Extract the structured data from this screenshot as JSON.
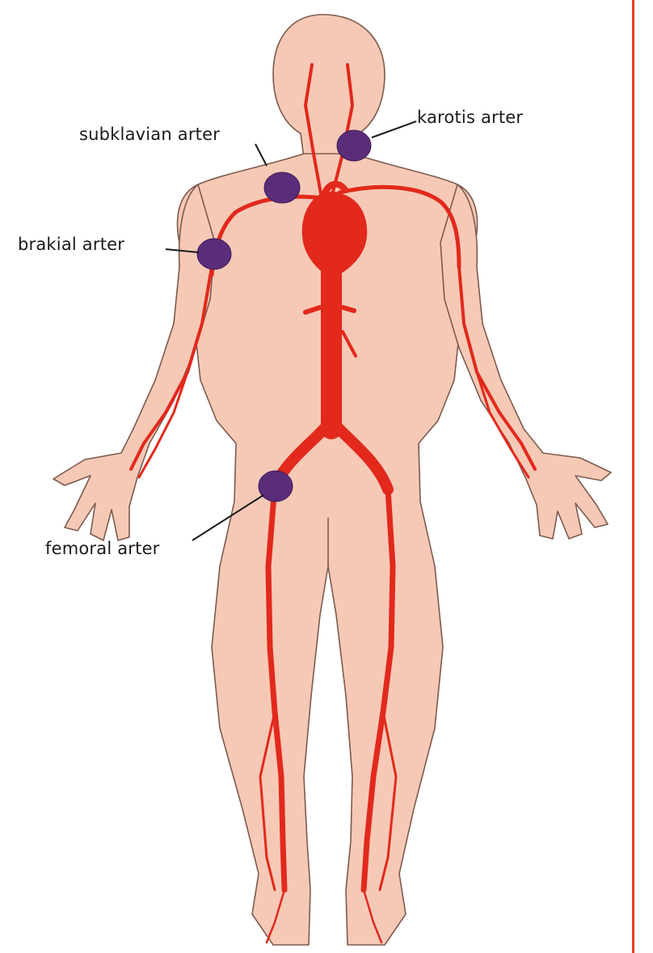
{
  "labels": {
    "subclavian": "subklavian arter",
    "carotid": "karotis arter",
    "brachial": "brakial arter",
    "femoral": "femoral arter"
  },
  "colors": {
    "skin": "#f6c9b6",
    "skin_outline": "#7d5a4e",
    "artery": "#e2291c",
    "pulse_marker": "#5a2d7a",
    "frame_border": "#e5401f",
    "label_text": "#1a1a1a"
  }
}
